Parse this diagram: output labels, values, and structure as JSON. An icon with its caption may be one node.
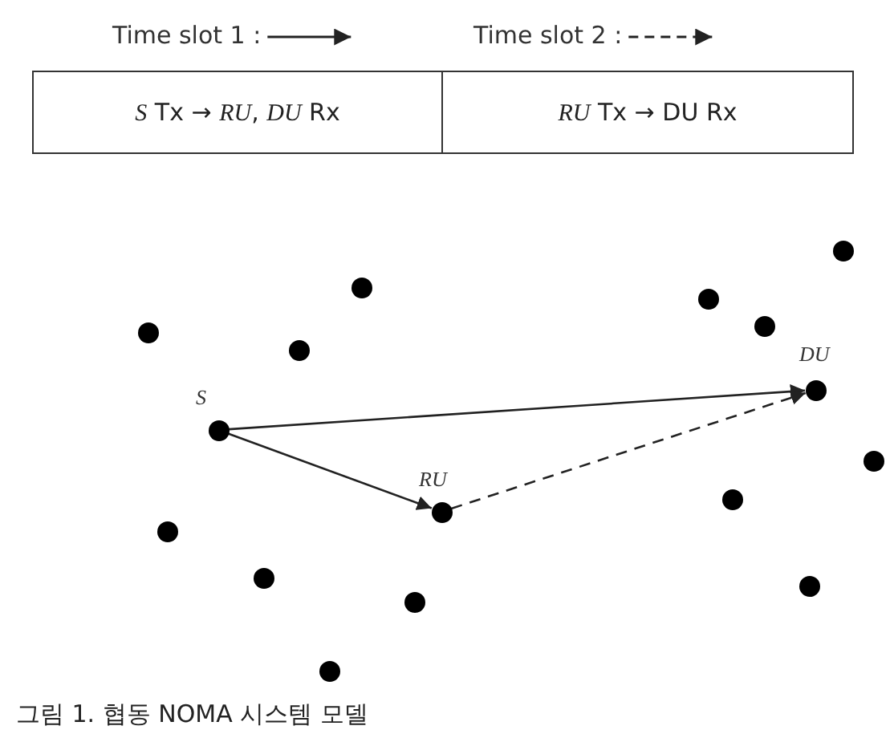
{
  "diagram": {
    "caption": "그림 1. 협동 NOMA 시스템 모델",
    "nodes": [
      {
        "text": [],
        "shape": "circle"
      },
      {
        "text": [],
        "shape": "circle"
      },
      {
        "text": [],
        "shape": "circle"
      },
      {
        "text": [],
        "shape": "circle"
      },
      {
        "text": [],
        "shape": "circle"
      },
      {
        "text": [],
        "shape": "circle"
      },
      {
        "text": [],
        "shape": "circle",
        "beside": [
          "DU"
        ]
      },
      {
        "text": [],
        "shape": "circle",
        "beside": [
          "S"
        ]
      },
      {
        "text": [],
        "shape": "circle"
      },
      {
        "text": [],
        "shape": "circle"
      },
      {
        "text": [],
        "shape": "circle",
        "beside": [
          "RU"
        ]
      },
      {
        "text": [],
        "shape": "circle"
      },
      {
        "text": [],
        "shape": "circle"
      },
      {
        "text": [],
        "shape": "circle"
      },
      {
        "text": [],
        "shape": "circle"
      },
      {
        "text": [],
        "shape": "circle"
      }
    ],
    "edges": [
      {
        "from": 7,
        "to": 6,
        "arrow": "to"
      },
      {
        "from": 7,
        "to": 10,
        "arrow": "to"
      },
      {
        "from": 10,
        "to": 6,
        "arrow": "to",
        "style": "dashed"
      }
    ],
    "labels": [
      "*S* Tx → *RU*, *DU* Rx",
      "*RU* Tx → DU Rx"
    ],
    "legend": [
      {
        "text": "Time slot 1 :"
      },
      {
        "text": "Time slot 2 :"
      }
    ]
  }
}
